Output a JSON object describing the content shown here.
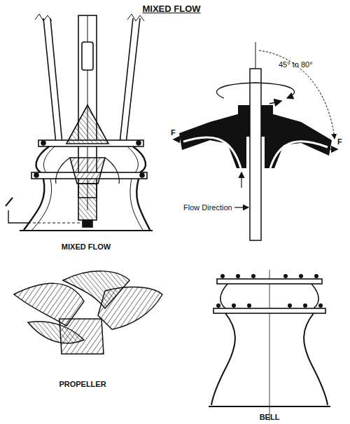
{
  "diagram": {
    "title": "MIXED FLOW",
    "labels": [
      "MIXED FLOW",
      "45° to 80°",
      "F",
      "F",
      "Flow Direction",
      "PROPELLER",
      "BELL"
    ]
  }
}
